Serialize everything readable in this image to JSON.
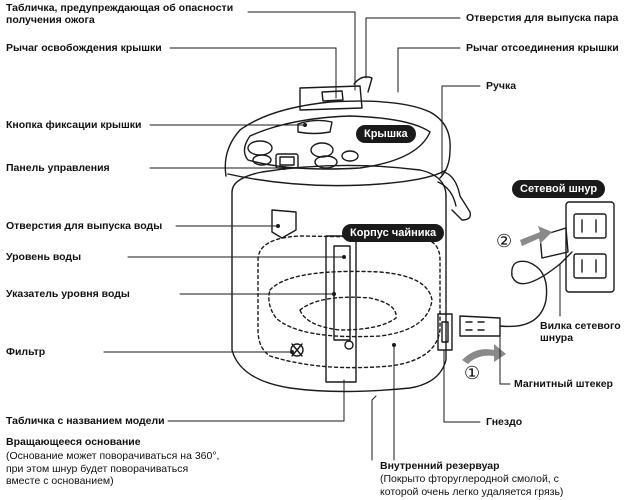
{
  "labels": {
    "warning_plate": "Табличка, предупреждающая об опасности получения ожога",
    "lid_release_lever": "Рычаг освобождения крышки",
    "lid_lock_button": "Кнопка фиксации крышки",
    "control_panel": "Панель управления",
    "water_outlet": "Отверстия для выпуска воды",
    "water_level": "Уровень воды",
    "water_level_indicator": "Указатель уровня воды",
    "filter": "Фильтр",
    "model_plate": "Табличка с названием модели",
    "swivel_base_title": "Вращающееся основание",
    "swivel_base_note": "(Основание может поворачиваться на 360°, при этом шнур будет поворачиваться вместе с основанием)",
    "steam_vent": "Отверстия для выпуска пара",
    "lid_detach_lever": "Рычаг отсоединения крышки",
    "handle": "Ручка",
    "plug": "Вилка сетевого шнура",
    "magnetic_plug": "Магнитный штекер",
    "socket": "Гнездо",
    "inner_container_title": "Внутренний резервуар",
    "inner_container_note": "(Покрыто фторуглеродной смолой, с которой очень легко удаляется грязь)"
  },
  "tags": {
    "lid": "Крышка",
    "body": "Корпус чайника",
    "power_cord": "Сетевой шнур"
  },
  "steps": {
    "step1": "①",
    "step2": "②"
  }
}
